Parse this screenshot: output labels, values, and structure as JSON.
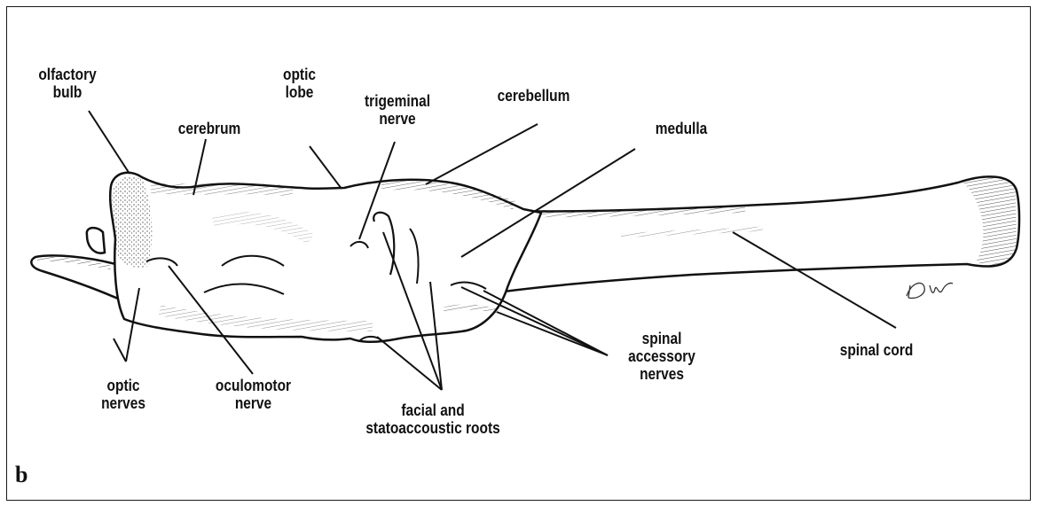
{
  "figure": {
    "panel_letter": "b",
    "colors": {
      "ink": "#111111",
      "background": "#ffffff",
      "frame": "#1a1a1a"
    }
  },
  "labels": {
    "olfactory_bulb": [
      "olfactory",
      "bulb"
    ],
    "cerebrum": [
      "cerebrum"
    ],
    "optic_lobe": [
      "optic",
      "lobe"
    ],
    "trigeminal_nerve": [
      "trigeminal",
      "nerve"
    ],
    "cerebellum": [
      "cerebellum"
    ],
    "medulla": [
      "medulla"
    ],
    "optic_nerves": [
      "optic",
      "nerves"
    ],
    "oculomotor_nerve": [
      "oculomotor",
      "nerve"
    ],
    "facial_statoacoustic_roots": [
      "facial and",
      "statoaccoustic roots"
    ],
    "spinal_accessory_nerves": [
      "spinal",
      "accessory",
      "nerves"
    ],
    "spinal_cord": [
      "spinal cord"
    ]
  }
}
